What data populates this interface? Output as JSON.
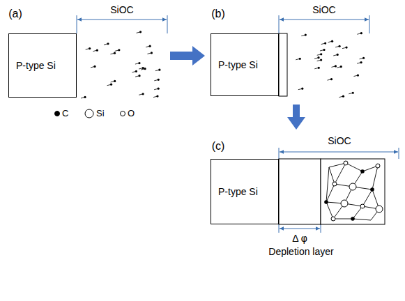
{
  "diagram": {
    "nodes": [
      {
        "text": [
          "P-type Si"
        ]
      },
      {
        "text": [
          "P-type Si"
        ]
      },
      {
        "text": [
          "P-type Si"
        ]
      }
    ],
    "labels": [
      "(a)",
      "SiOC",
      "(b)",
      "SiOC",
      "(c)",
      "SiOC",
      "Δ φ",
      "Depletion layer"
    ],
    "legend": [
      {
        "text": "C"
      },
      {
        "text": "Si"
      },
      {
        "text": "O"
      }
    ]
  }
}
